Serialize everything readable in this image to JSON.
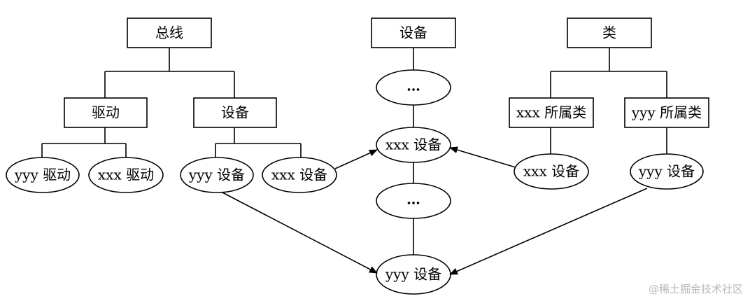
{
  "nodes": {
    "bus_root": "总线",
    "bus_driver": "驱动",
    "bus_device": "设备",
    "bus_yyy_driver": "yyy 驱动",
    "bus_xxx_driver": "xxx 驱动",
    "bus_yyy_device": "yyy 设备",
    "bus_xxx_device": "xxx 设备",
    "dev_root": "设备",
    "dev_dots_top": "…",
    "dev_xxx": "xxx 设备",
    "dev_dots_mid": "…",
    "dev_yyy": "yyy 设备",
    "class_root": "类",
    "class_xxx": "xxx 所属类",
    "class_yyy": "yyy 所属类",
    "class_xxx_device": "xxx 设备",
    "class_yyy_device": "yyy 设备"
  },
  "watermark": "@稀土掘金技术社区"
}
